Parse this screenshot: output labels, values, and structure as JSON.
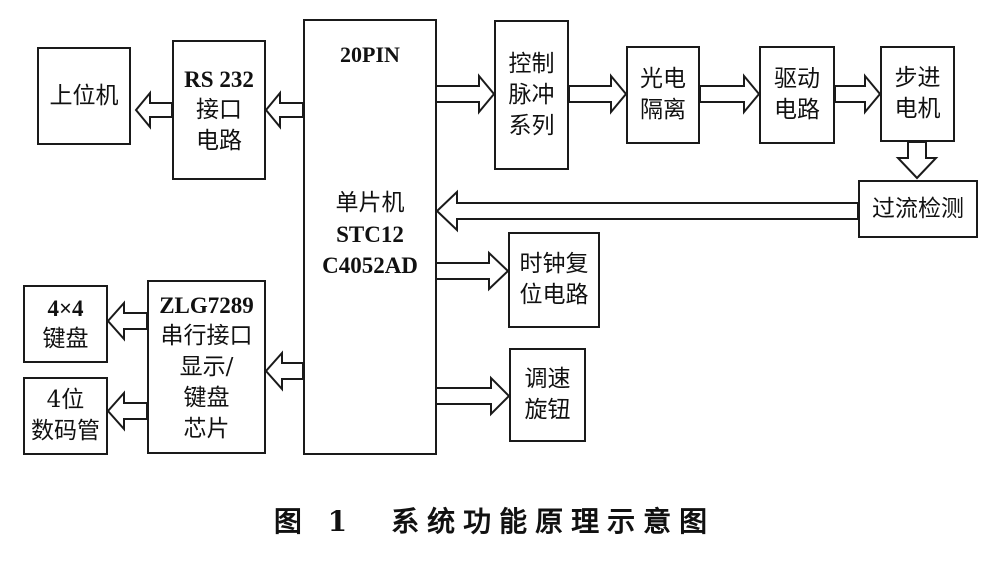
{
  "boxes": {
    "host": [
      "上位机"
    ],
    "rs232": [
      "RS 232",
      "接口",
      "电路"
    ],
    "mcu_top": "20PIN",
    "mcu": [
      "单片机",
      "STC12",
      "C4052AD"
    ],
    "pulse": [
      "控制",
      "脉冲",
      "系列"
    ],
    "opto": [
      "光电",
      "隔离"
    ],
    "driver": [
      "驱动",
      "电路"
    ],
    "motor": [
      "步进",
      "电机"
    ],
    "overcurrent": [
      "过流检测"
    ],
    "clock_reset": [
      "时钟复",
      "位电路"
    ],
    "speed_knob": [
      "调速",
      "旋钮"
    ],
    "zlg": [
      "ZLG7289",
      "串行接口",
      "显示/",
      "键盘",
      "芯片"
    ],
    "keypad": [
      "4×4",
      "键盘"
    ],
    "digits": [
      "4位",
      "数码管"
    ]
  },
  "caption": "图 1　系统功能原理示意图"
}
